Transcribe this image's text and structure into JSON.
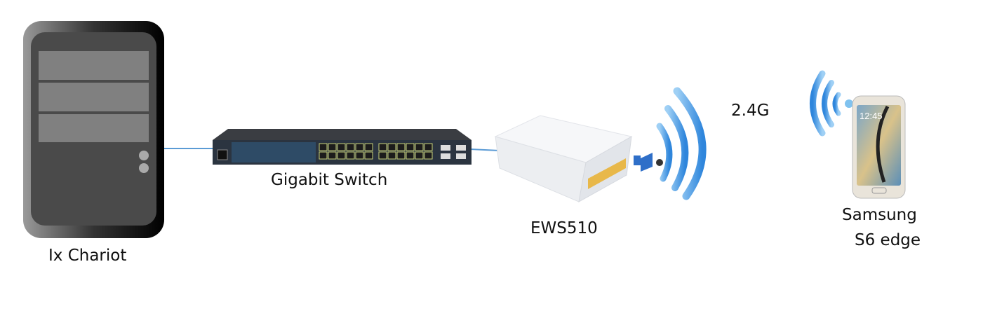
{
  "nodes": {
    "pc": {
      "label": "Ix Chariot"
    },
    "switch": {
      "label": "Gigabit Switch"
    },
    "ap": {
      "label": "EWS510"
    },
    "phone": {
      "label_line1": "Samsung",
      "label_line2": "S6 edge",
      "clock": "12:45"
    }
  },
  "link": {
    "band": "2.4G"
  },
  "colors": {
    "cable": "#5b9bd5",
    "wifi": "#3a8fe0",
    "port": "#e8b84a"
  }
}
